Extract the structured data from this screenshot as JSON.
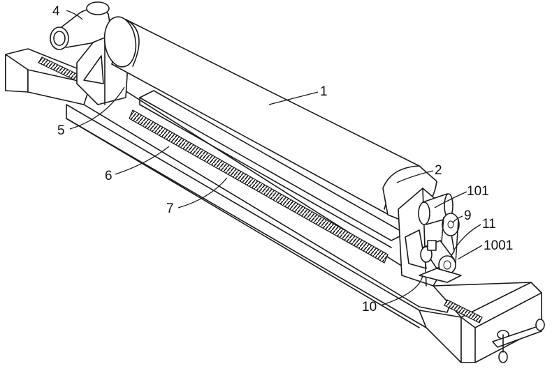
{
  "labels": {
    "l1": "1",
    "l2": "2",
    "l4": "4",
    "l5": "5",
    "l6": "6",
    "l7": "7",
    "l9": "9",
    "l10": "10",
    "l11": "11",
    "l101": "101",
    "l1001": "1001"
  }
}
